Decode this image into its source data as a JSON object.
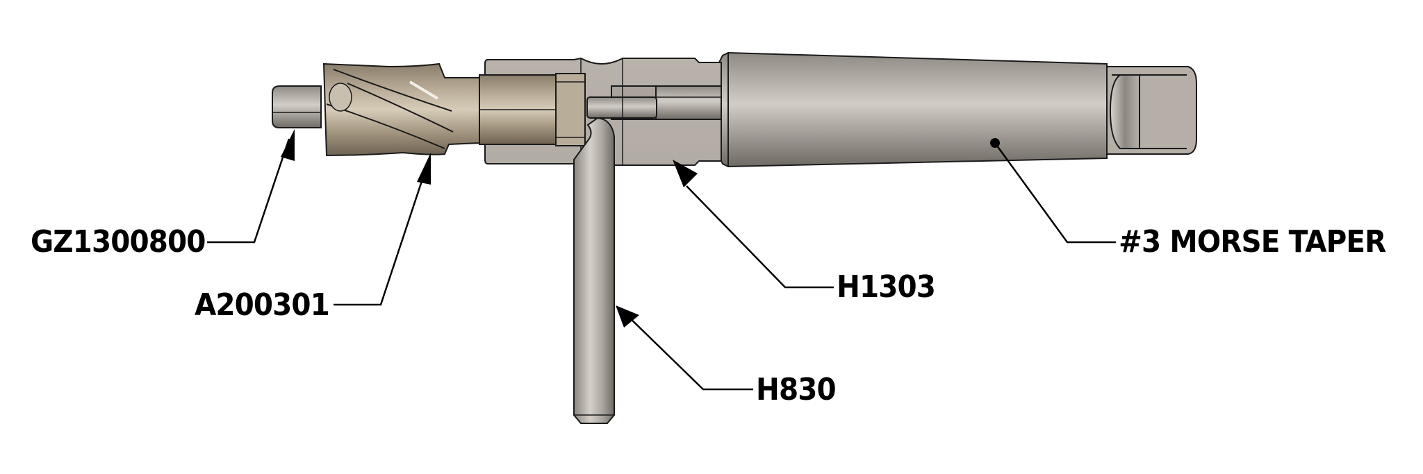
{
  "diagram": {
    "type": "exploded-parts-callout",
    "subject": "Annular cutter holder assembly with #3 Morse taper shank",
    "colors": {
      "background": "#ffffff",
      "steel_light": "#c9c4bd",
      "steel_mid": "#a7a29b",
      "steel_dark": "#7b7670",
      "bronze_light": "#cfc3ae",
      "bronze_mid": "#a89a83",
      "bronze_dark": "#7a6e5d",
      "outline": "#1a1a1a",
      "leader": "#000000"
    },
    "callouts": [
      {
        "id": "pilot-pin",
        "label": "GZ1300800"
      },
      {
        "id": "annular-cutter",
        "label": "A200301"
      },
      {
        "id": "holder-body",
        "label": "H1303"
      },
      {
        "id": "tommy-bar",
        "label": "H830"
      },
      {
        "id": "taper-shank",
        "label": "#3 MORSE TAPER"
      }
    ]
  }
}
